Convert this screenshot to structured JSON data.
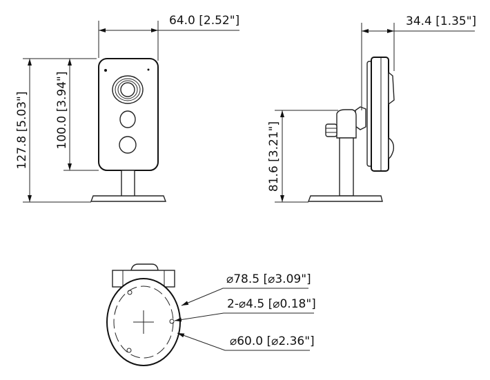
{
  "front_view": {
    "width_label": "64.0 [2.52\"]",
    "total_height_label": "127.8 [5.03\"]",
    "body_height_label": "100.0 [3.94\"]"
  },
  "side_view": {
    "depth_label": "34.4 [1.35\"]",
    "mount_height_label": "81.6 [3.21\"]"
  },
  "bottom_view": {
    "base_diameter_label": "⌀78.5 [⌀3.09\"]",
    "hole_label": "2-⌀4.5 [⌀0.18\"]",
    "hole_circle_label": "⌀60.0 [⌀2.36\"]"
  }
}
